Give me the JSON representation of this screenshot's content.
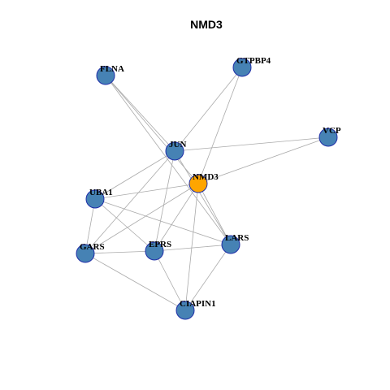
{
  "title": "NMD3",
  "colors": {
    "node": "#4682b4",
    "center": "#ffa500",
    "outline": "#1f2ea8",
    "edge": "#aaaaaa"
  },
  "nodes": [
    {
      "id": "FLNA",
      "label": "FLNA",
      "center": false
    },
    {
      "id": "GTPBP4",
      "label": "GTPBP4",
      "center": false
    },
    {
      "id": "VCP",
      "label": "VCP",
      "center": false
    },
    {
      "id": "JUN",
      "label": "JUN",
      "center": false
    },
    {
      "id": "NMD3",
      "label": "NMD3",
      "center": true
    },
    {
      "id": "UBA1",
      "label": "UBA1",
      "center": false
    },
    {
      "id": "GARS",
      "label": "GARS",
      "center": false
    },
    {
      "id": "EPRS",
      "label": "EPRS",
      "center": false
    },
    {
      "id": "LARS",
      "label": "LARS",
      "center": false
    },
    {
      "id": "CIAPIN1",
      "label": "CIAPIN1",
      "center": false
    }
  ],
  "edges": [
    [
      "FLNA",
      "JUN"
    ],
    [
      "FLNA",
      "NMD3"
    ],
    [
      "FLNA",
      "LARS"
    ],
    [
      "GTPBP4",
      "JUN"
    ],
    [
      "GTPBP4",
      "NMD3"
    ],
    [
      "VCP",
      "JUN"
    ],
    [
      "VCP",
      "NMD3"
    ],
    [
      "JUN",
      "UBA1"
    ],
    [
      "JUN",
      "GARS"
    ],
    [
      "JUN",
      "EPRS"
    ],
    [
      "JUN",
      "LARS"
    ],
    [
      "NMD3",
      "UBA1"
    ],
    [
      "NMD3",
      "GARS"
    ],
    [
      "NMD3",
      "EPRS"
    ],
    [
      "NMD3",
      "LARS"
    ],
    [
      "NMD3",
      "CIAPIN1"
    ],
    [
      "UBA1",
      "GARS"
    ],
    [
      "UBA1",
      "EPRS"
    ],
    [
      "UBA1",
      "LARS"
    ],
    [
      "GARS",
      "EPRS"
    ],
    [
      "GARS",
      "CIAPIN1"
    ],
    [
      "EPRS",
      "LARS"
    ],
    [
      "EPRS",
      "CIAPIN1"
    ],
    [
      "LARS",
      "CIAPIN1"
    ]
  ]
}
